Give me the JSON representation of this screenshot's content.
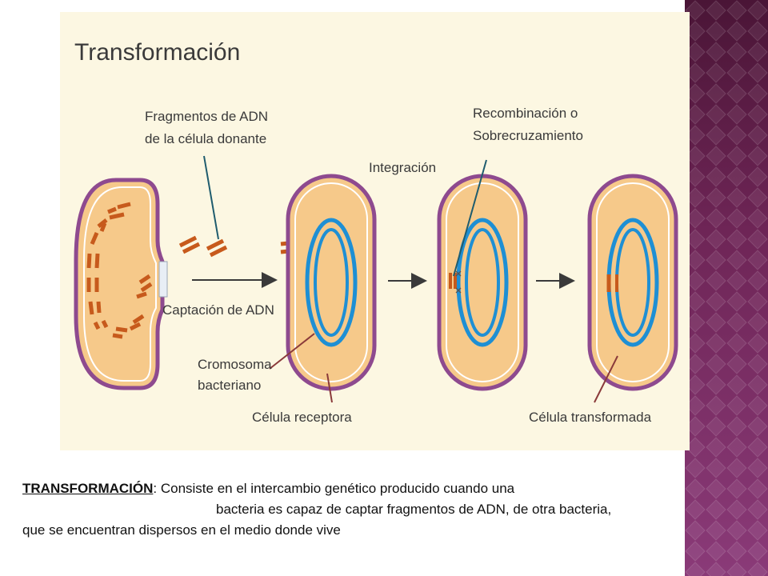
{
  "diagram": {
    "title": "Transformación",
    "labels": {
      "fragments_line1": "Fragmentos de ADN",
      "fragments_line2": "de la célula donante",
      "uptake": "Captación de ADN",
      "chromosome_line1": "Cromosoma",
      "chromosome_line2": "bacteriano",
      "recipient": "Célula receptora",
      "integration": "Integración",
      "recombination_line1": "Recombinación o",
      "recombination_line2": "Sobrecruzamiento",
      "transformed": "Célula transformada"
    },
    "colors": {
      "cell_fill": "#f6c98a",
      "cell_outline": "#8e4a8f",
      "chromosome": "#1e8fd4",
      "dna_fragment": "#c75a1c",
      "arrow": "#3a3a3a"
    }
  },
  "caption": {
    "term": "TRANSFORMACIÓN",
    "line1_rest": ": Consiste en el intercambio genético producido cuando una",
    "line2": "bacteria es capaz de captar fragmentos de ADN, de otra bacteria,",
    "line3": "que se encuentran dispersos en el medio donde vive"
  }
}
